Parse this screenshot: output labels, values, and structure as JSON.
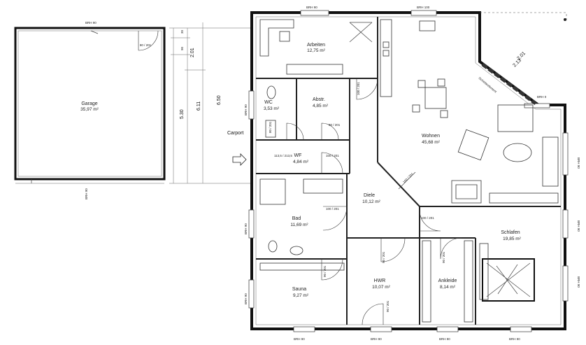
{
  "rooms": {
    "garage": {
      "name": "Garage",
      "area": "35,97 m²"
    },
    "arbeiten": {
      "name": "Arbeiten",
      "area": "12,75 m²"
    },
    "wc": {
      "name": "WC",
      "area": "3,53 m²"
    },
    "abstr": {
      "name": "Abstr.",
      "area": "4,85 m²"
    },
    "wohnen": {
      "name": "Wohnen",
      "area": "45,68 m²"
    },
    "wf": {
      "name": "WF",
      "area": "4,84 m²"
    },
    "diele": {
      "name": "Diele",
      "area": "10,12 m²"
    },
    "bad": {
      "name": "Bad",
      "area": "11,69 m²"
    },
    "sauna": {
      "name": "Sauna",
      "area": "9,27 m²"
    },
    "hwr": {
      "name": "HWR",
      "area": "10,07 m²"
    },
    "ankleide": {
      "name": "Ankleide",
      "area": "8,14 m²"
    },
    "schlafen": {
      "name": "Schlafen",
      "area": "19,85 m²"
    }
  },
  "labels": {
    "carport": "Carport",
    "schiebeelement": "Schiebeelement"
  },
  "dimensions": {
    "d530": "5.30",
    "d611": "6.11",
    "d650": "6.50",
    "d201": "2.01",
    "d90": "90",
    "d30": "30",
    "d201b": "2.01",
    "d213": "2.13"
  },
  "small_labels": {
    "brh90": "BRH 90",
    "brh100": "BRH 100",
    "brh0": "BRH 0",
    "door_80_201": "80 / 201",
    "door_100_201": "100 / 201",
    "door_1136": "113,5 / 213,5",
    "door_90_201": "90 / 201"
  }
}
